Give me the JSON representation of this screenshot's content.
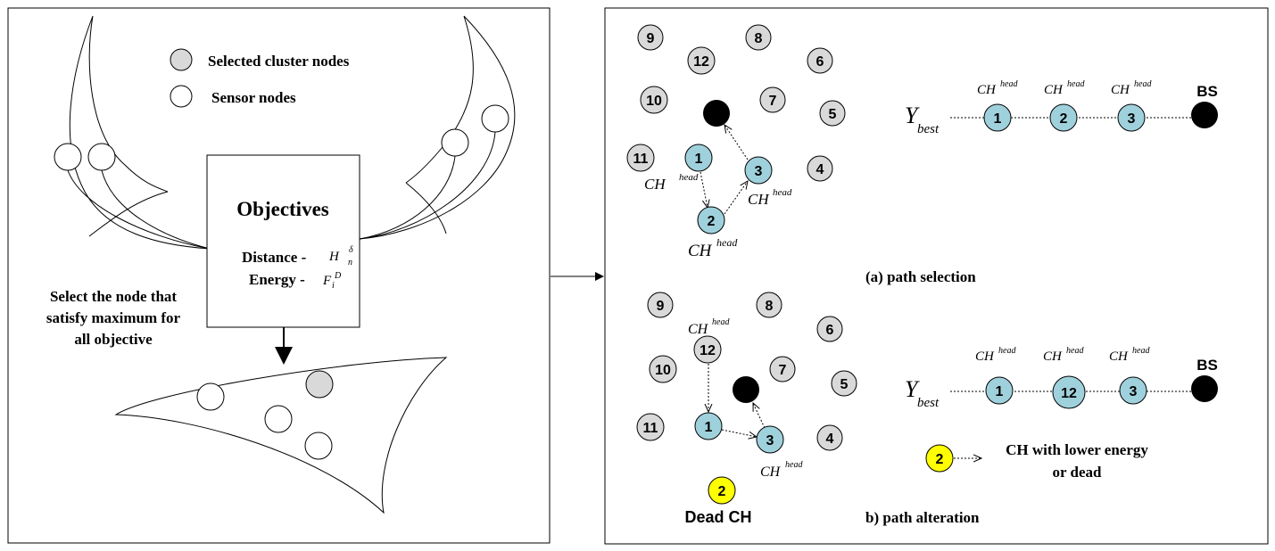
{
  "legend": {
    "selected_label": "Selected cluster nodes",
    "sensor_label": "Sensor nodes"
  },
  "objectives": {
    "title": "Objectives",
    "distance_label": "Distance -",
    "distance_symbol": "H",
    "distance_sub": "n",
    "distance_sup": "δ",
    "energy_label": "Energy -",
    "energy_symbol": "F",
    "energy_sub": "i",
    "energy_sup": "D"
  },
  "select_text": [
    "Select the node that",
    "satisfy maximum for",
    "all objective"
  ],
  "ch": {
    "base": "CH",
    "sup": "head"
  },
  "path_ybest": {
    "base": "Y",
    "sub": "best"
  },
  "bs_label": "BS",
  "panel_a": {
    "caption": "(a) path selection",
    "grey_nodes": [
      "9",
      "8",
      "12",
      "6",
      "10",
      "7",
      "5",
      "11",
      "4"
    ],
    "blue_nodes": [
      "1",
      "3",
      "2"
    ],
    "path_nodes": [
      "1",
      "2",
      "3"
    ]
  },
  "panel_b": {
    "caption": "b)  path alteration",
    "grey_nodes": [
      "9",
      "8",
      "6",
      "12",
      "10",
      "7",
      "5",
      "11",
      "4"
    ],
    "blue_nodes": [
      "1",
      "3"
    ],
    "dead_node": "2",
    "dead_label": "Dead CH",
    "path_nodes": [
      "1",
      "12",
      "3"
    ],
    "legend_node": "2",
    "legend_text": [
      "CH with lower energy",
      "or dead"
    ]
  },
  "colors": {
    "grey_node": "#d9d9d9",
    "blue_node": "#9fd1dd",
    "dead_node": "#ffff00",
    "sink": "#000000"
  }
}
